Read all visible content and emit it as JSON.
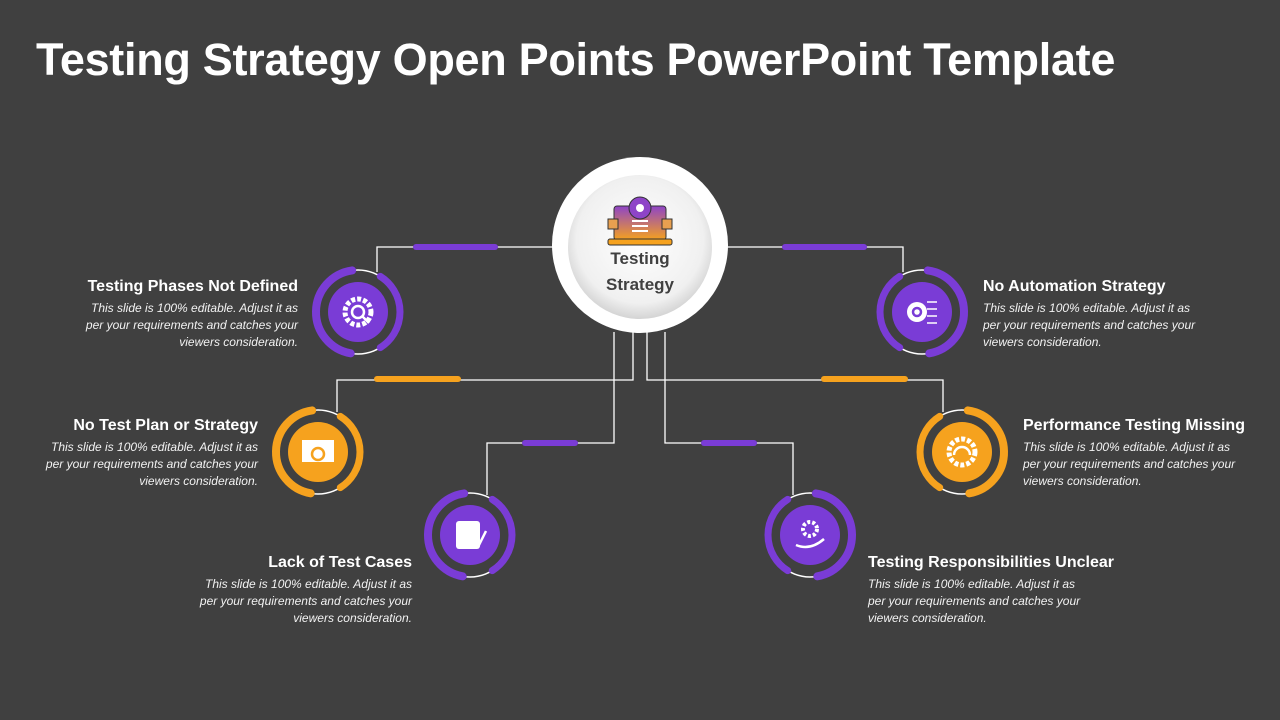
{
  "title": "Testing Strategy Open Points PowerPoint Template",
  "center": {
    "label_line1": "Testing",
    "label_line2": "Strategy",
    "icon": "laptop-gear-icon"
  },
  "colors": {
    "background": "#404040",
    "purple": "#7a3cd6",
    "orange": "#f6a21e",
    "white": "#ffffff"
  },
  "items": [
    {
      "title": "Testing Phases Not Defined",
      "text": "This slide is 100% editable. Adjust it as per your requirements and catches your viewers consideration.",
      "icon": "gear-magnifier-icon",
      "color": "purple"
    },
    {
      "title": "No Test Plan or Strategy",
      "text": "This slide is 100% editable. Adjust it as per your requirements and catches your viewers consideration.",
      "icon": "plan-search-icon",
      "color": "orange"
    },
    {
      "title": "Lack of Test Cases",
      "text": "This slide is 100% editable. Adjust it as per your requirements and catches your viewers consideration.",
      "icon": "code-document-icon",
      "color": "purple"
    },
    {
      "title": "No Automation Strategy",
      "text": "This slide is 100% editable. Adjust it as per your requirements and catches your viewers consideration.",
      "icon": "brain-circuit-icon",
      "color": "purple"
    },
    {
      "title": "Performance Testing Missing",
      "text": "This slide is 100% editable. Adjust it as per your requirements and catches your viewers consideration.",
      "icon": "gauge-gear-icon",
      "color": "orange"
    },
    {
      "title": "Testing Responsibilities Unclear",
      "text": "This slide is 100% editable. Adjust it as per your requirements and catches your viewers consideration.",
      "icon": "hand-gear-icon",
      "color": "purple"
    }
  ]
}
